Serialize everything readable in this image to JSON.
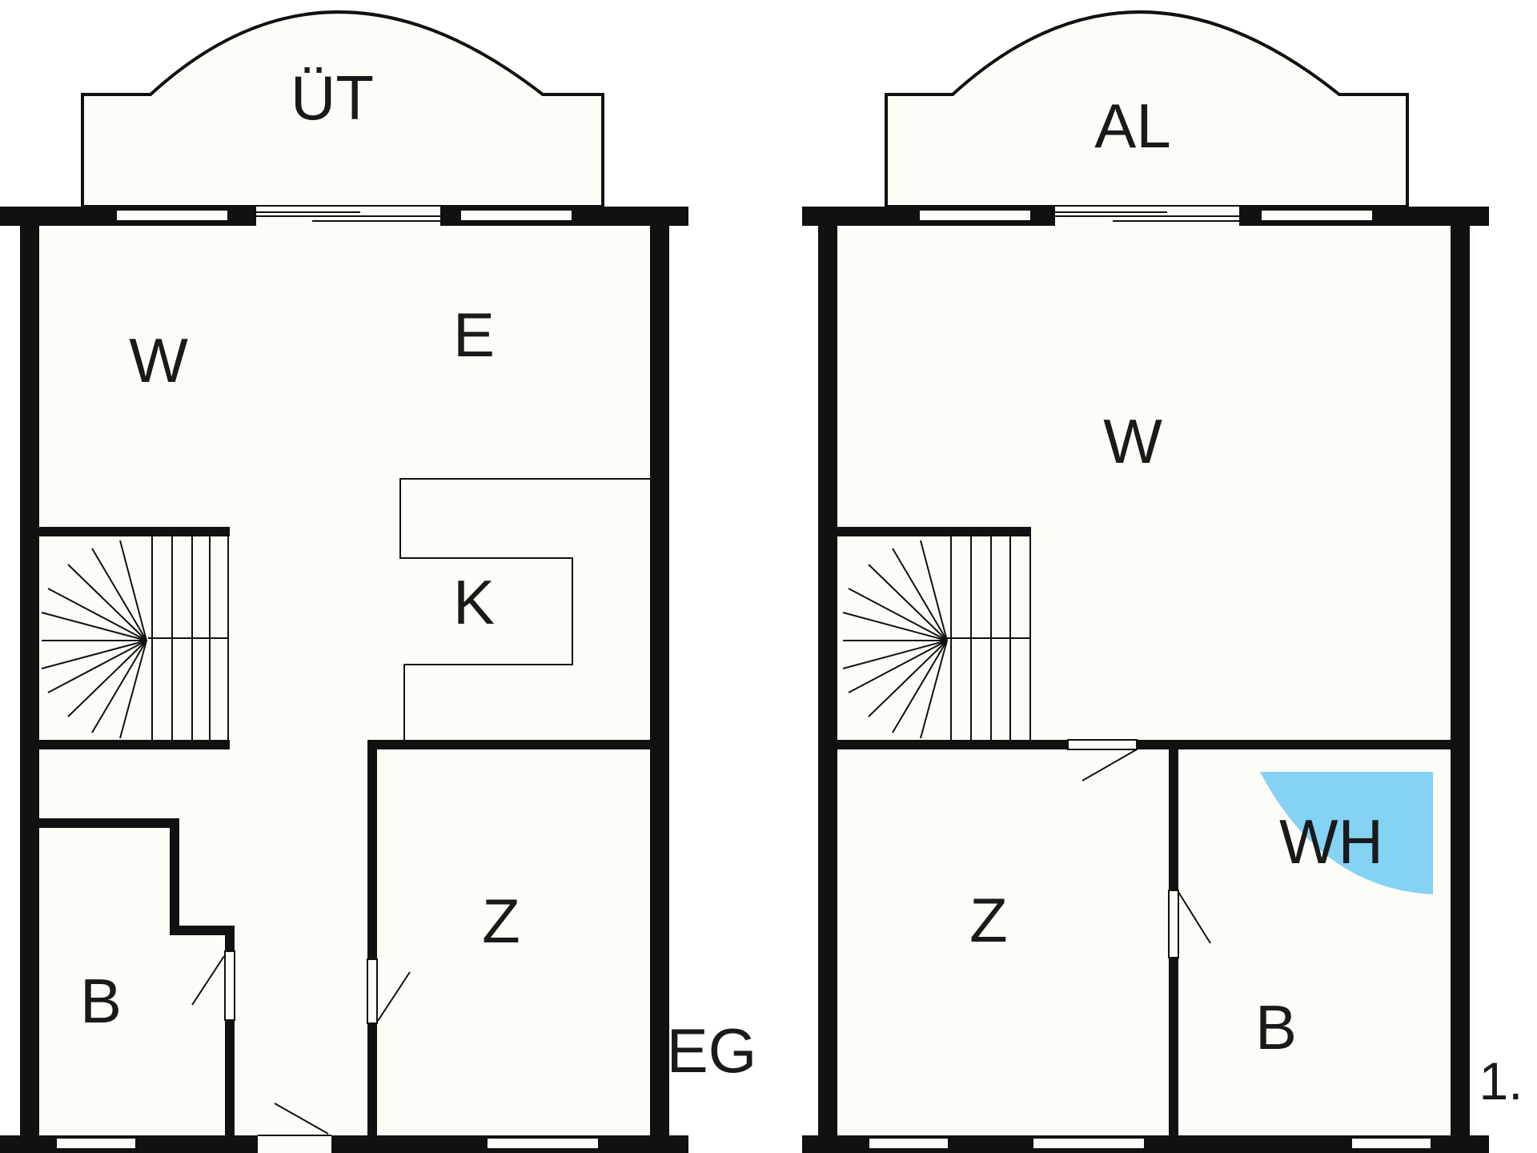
{
  "colors": {
    "floor": "#fdfdf7",
    "wall": "#111111",
    "bath": "#84d2f4"
  },
  "floors": [
    {
      "level_label": "EG",
      "rooms": [
        {
          "key": "terrace",
          "label": "ÜT"
        },
        {
          "key": "living",
          "label": "W"
        },
        {
          "key": "dining",
          "label": "E"
        },
        {
          "key": "kitchen",
          "label": "K"
        },
        {
          "key": "bath",
          "label": "B"
        },
        {
          "key": "room",
          "label": "Z"
        }
      ]
    },
    {
      "level_label": "1.",
      "rooms": [
        {
          "key": "balcony",
          "label": "AL"
        },
        {
          "key": "living",
          "label": "W"
        },
        {
          "key": "room",
          "label": "Z"
        },
        {
          "key": "bath",
          "label": "B"
        },
        {
          "key": "bathtub",
          "label": "WH"
        }
      ]
    }
  ]
}
